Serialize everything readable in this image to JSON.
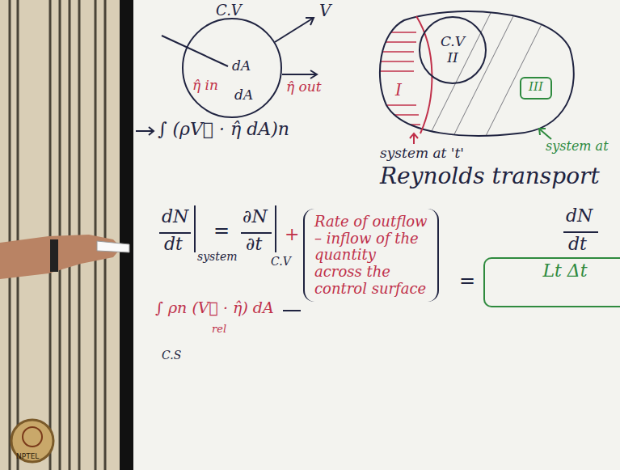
{
  "diagram": {
    "nodes": [
      {
        "text": [
          "C.V"
        ]
      },
      {
        "text": [
          "C.V",
          "II"
        ]
      },
      {
        "text": [
          "III"
        ]
      },
      {
        "text": [
          "Rate of outflow – inflow of the quantity across the control surface"
        ]
      },
      {
        "text": [
          "Lt Δt"
        ]
      }
    ],
    "labels": [
      "V",
      "dA",
      "η̂ in",
      "dA",
      "η̂ out",
      "∫ (ρV⃗ · η̂ dA)n",
      "I",
      "system at 't'",
      "system at",
      "Reynolds transport",
      "dN",
      "dt",
      "system",
      "=",
      "∂N",
      "∂t",
      "C.V",
      "+",
      "∫ ρn (V⃗ · η̂) dA",
      "rel",
      "C.S",
      "dN",
      "dt",
      "=",
      "NPTEL"
    ]
  }
}
